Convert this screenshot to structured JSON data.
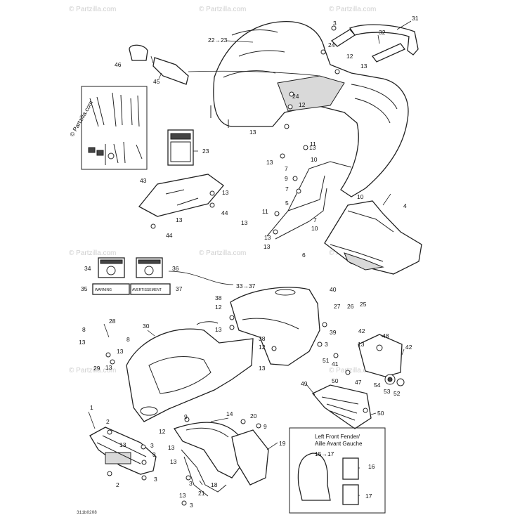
{
  "watermark": {
    "text": "© Partzilla.com",
    "side_text": "© Partzilla.com"
  },
  "drawing_code": "311b0208",
  "inset": {
    "title_line1": "Left Front Fender/",
    "title_line2": "Aille Avant Gauche",
    "ref": "15→17"
  },
  "callouts": [
    {
      "id": "c1",
      "text": "1"
    },
    {
      "id": "c2a",
      "text": "2"
    },
    {
      "id": "c2b",
      "text": "2"
    },
    {
      "id": "c3a",
      "text": "3"
    },
    {
      "id": "c3b",
      "text": "3"
    },
    {
      "id": "c3c",
      "text": "3"
    },
    {
      "id": "c3d",
      "text": "3"
    },
    {
      "id": "c3e",
      "text": "3"
    },
    {
      "id": "c3f",
      "text": "3"
    },
    {
      "id": "c3g",
      "text": "3"
    },
    {
      "id": "c4",
      "text": "4"
    },
    {
      "id": "c5",
      "text": "5"
    },
    {
      "id": "c6",
      "text": "6"
    },
    {
      "id": "c7a",
      "text": "7"
    },
    {
      "id": "c7b",
      "text": "7"
    },
    {
      "id": "c7c",
      "text": "7"
    },
    {
      "id": "c8a",
      "text": "8"
    },
    {
      "id": "c8b",
      "text": "8"
    },
    {
      "id": "c9a",
      "text": "9"
    },
    {
      "id": "c9b",
      "text": "9"
    },
    {
      "id": "c9c",
      "text": "9"
    },
    {
      "id": "c10a",
      "text": "10"
    },
    {
      "id": "c10b",
      "text": "10"
    },
    {
      "id": "c10c",
      "text": "10"
    },
    {
      "id": "c11a",
      "text": "11"
    },
    {
      "id": "c11b",
      "text": "11"
    },
    {
      "id": "c12a",
      "text": "12"
    },
    {
      "id": "c12b",
      "text": "12"
    },
    {
      "id": "c12c",
      "text": "12"
    },
    {
      "id": "c12d",
      "text": "12"
    },
    {
      "id": "c12e",
      "text": "12"
    },
    {
      "id": "c13a",
      "text": "13"
    },
    {
      "id": "c13b",
      "text": "13"
    },
    {
      "id": "c13c",
      "text": "13"
    },
    {
      "id": "c13d",
      "text": "13"
    },
    {
      "id": "c13e",
      "text": "13"
    },
    {
      "id": "c13f",
      "text": "13"
    },
    {
      "id": "c13g",
      "text": "13"
    },
    {
      "id": "c13h",
      "text": "13"
    },
    {
      "id": "c13i",
      "text": "13"
    },
    {
      "id": "c13j",
      "text": "13"
    },
    {
      "id": "c13k",
      "text": "13"
    },
    {
      "id": "c13l",
      "text": "13"
    },
    {
      "id": "c13m",
      "text": "13"
    },
    {
      "id": "c13n",
      "text": "13"
    },
    {
      "id": "c13o",
      "text": "13"
    },
    {
      "id": "c13p",
      "text": "13"
    },
    {
      "id": "c13q",
      "text": "13"
    },
    {
      "id": "c13r",
      "text": "13"
    },
    {
      "id": "c13s",
      "text": "13"
    },
    {
      "id": "c14",
      "text": "14"
    },
    {
      "id": "c16",
      "text": "16"
    },
    {
      "id": "c17",
      "text": "17"
    },
    {
      "id": "c18",
      "text": "18"
    },
    {
      "id": "c19",
      "text": "19"
    },
    {
      "id": "c20",
      "text": "20"
    },
    {
      "id": "c21",
      "text": "21"
    },
    {
      "id": "c22",
      "text": "22→23"
    },
    {
      "id": "c23",
      "text": "23"
    },
    {
      "id": "c24a",
      "text": "24"
    },
    {
      "id": "c24b",
      "text": "24"
    },
    {
      "id": "c25",
      "text": "25"
    },
    {
      "id": "c26",
      "text": "26"
    },
    {
      "id": "c27",
      "text": "27"
    },
    {
      "id": "c28",
      "text": "28"
    },
    {
      "id": "c29",
      "text": "29"
    },
    {
      "id": "c30",
      "text": "30"
    },
    {
      "id": "c31",
      "text": "31"
    },
    {
      "id": "c32",
      "text": "32"
    },
    {
      "id": "c33",
      "text": "33→37"
    },
    {
      "id": "c34",
      "text": "34"
    },
    {
      "id": "c35",
      "text": "35"
    },
    {
      "id": "c36",
      "text": "36"
    },
    {
      "id": "c37",
      "text": "37"
    },
    {
      "id": "c38a",
      "text": "38"
    },
    {
      "id": "c38b",
      "text": "38"
    },
    {
      "id": "c39",
      "text": "39"
    },
    {
      "id": "c40",
      "text": "40"
    },
    {
      "id": "c41",
      "text": "41"
    },
    {
      "id": "c42a",
      "text": "42"
    },
    {
      "id": "c42b",
      "text": "42"
    },
    {
      "id": "c43",
      "text": "43"
    },
    {
      "id": "c44a",
      "text": "44"
    },
    {
      "id": "c44b",
      "text": "44"
    },
    {
      "id": "c45",
      "text": "45"
    },
    {
      "id": "c46",
      "text": "46"
    },
    {
      "id": "c47",
      "text": "47"
    },
    {
      "id": "c48",
      "text": "48"
    },
    {
      "id": "c49",
      "text": "49"
    },
    {
      "id": "c50a",
      "text": "50"
    },
    {
      "id": "c50b",
      "text": "50"
    },
    {
      "id": "c51",
      "text": "51"
    },
    {
      "id": "c52",
      "text": "52"
    },
    {
      "id": "c53",
      "text": "53"
    },
    {
      "id": "c54",
      "text": "54"
    }
  ],
  "decals": {
    "warning_word": "WARNING",
    "avert_word": "AVERTISSEMENT"
  }
}
